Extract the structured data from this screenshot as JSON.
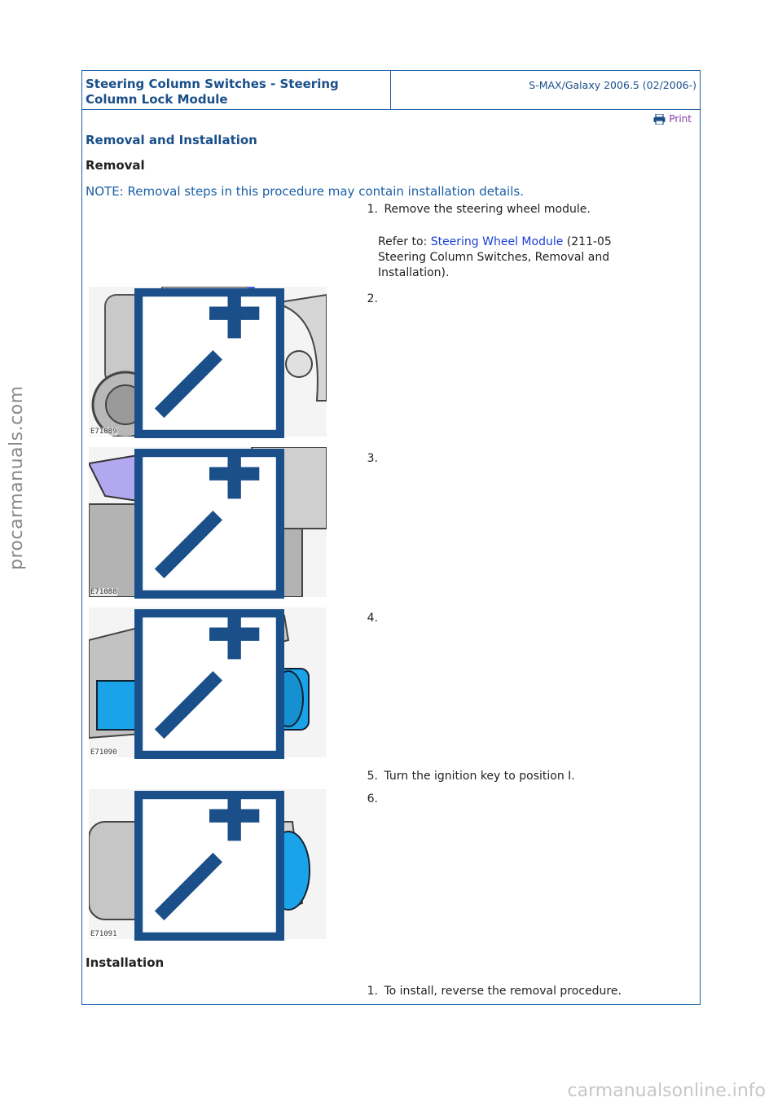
{
  "watermark_left": "procarmanuals.com",
  "header": {
    "title": "Steering Column Switches - Steering Column Lock Module",
    "model": "S-MAX/Galaxy 2006.5 (02/2006-)"
  },
  "print_label": "Print",
  "section_title": "Removal and Installation",
  "removal_heading": "Removal",
  "note": "NOTE: Removal steps in this procedure may contain installation details.",
  "steps": [
    {
      "num": "1.",
      "text": "Remove the steering wheel module."
    },
    {
      "num": "2.",
      "text": ""
    },
    {
      "num": "3.",
      "text": ""
    },
    {
      "num": "4.",
      "text": ""
    },
    {
      "num": "5.",
      "text": "Turn the ignition key to position I."
    },
    {
      "num": "6.",
      "text": ""
    }
  ],
  "reference": {
    "prefix": "Refer to: ",
    "link": "Steering Wheel Module",
    "suffix": " (211-05 Steering Column Switches, Removal and Installation)."
  },
  "figures": [
    {
      "code": "E71089"
    },
    {
      "code": "E71088"
    },
    {
      "code": "E71090"
    },
    {
      "code": "E71091"
    }
  ],
  "installation_heading": "Installation",
  "installation_step": {
    "num": "1.",
    "text": "To install, reverse the removal procedure."
  },
  "bottom_watermark": "carmanualsonline.info",
  "colors": {
    "accent": "#1a5fa6",
    "link": "#1a3fd6",
    "print": "#8a3aa8",
    "component_blue": "#1aa3e8",
    "highlight_magenta": "#cc1fcc"
  }
}
